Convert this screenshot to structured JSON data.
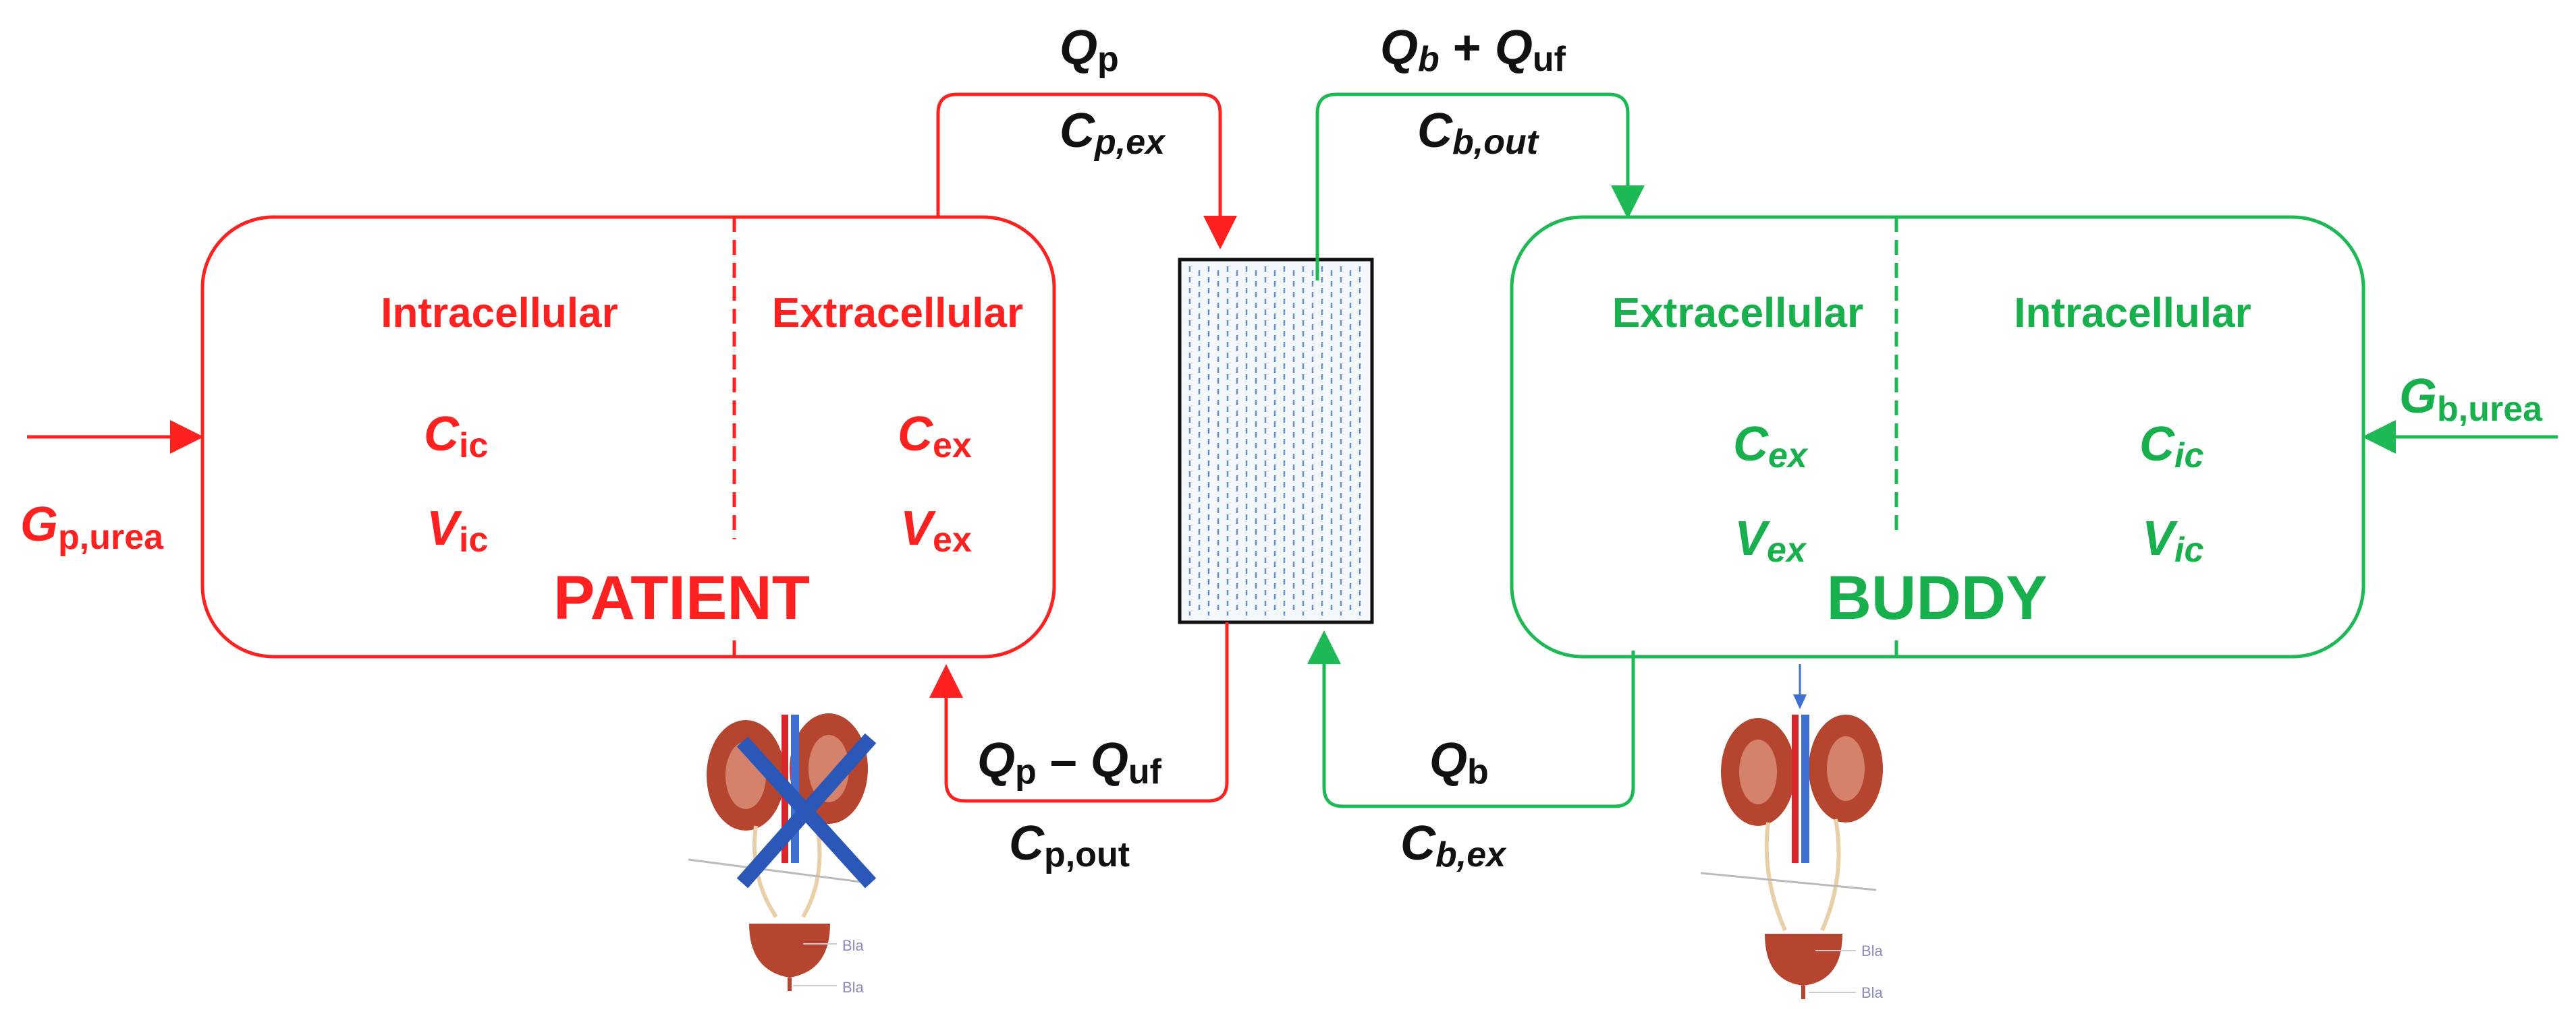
{
  "patient": {
    "intracellular_label": "Intracellular",
    "extracellular_label": "Extracellular",
    "name": "PATIENT",
    "c_ic": {
      "base": "C",
      "sub": "ic"
    },
    "v_ic": {
      "base": "V",
      "sub": "ic"
    },
    "c_ex": {
      "base": "C",
      "sub": "ex"
    },
    "v_ex": {
      "base": "V",
      "sub": "ex"
    },
    "generation": {
      "base": "G",
      "sub": "p,urea"
    }
  },
  "buddy": {
    "extracellular_label": "Extracellular",
    "intracellular_label": "Intracellular",
    "name": "BUDDY",
    "c_ex": {
      "base": "C",
      "sub": "ex"
    },
    "v_ex": {
      "base": "V",
      "sub": "ex"
    },
    "c_ic": {
      "base": "C",
      "sub": "ic"
    },
    "v_ic": {
      "base": "V",
      "sub": "ic"
    },
    "generation": {
      "base": "G",
      "sub": "b,urea"
    }
  },
  "flows": {
    "patient_out": {
      "q": {
        "base": "Q",
        "sub": "p"
      },
      "c": {
        "base": "C",
        "sub": "p,ex"
      }
    },
    "buddy_in": {
      "q1": {
        "base": "Q",
        "sub": "b"
      },
      "plus": " + ",
      "q2": {
        "base": "Q",
        "sub": "uf"
      },
      "c": {
        "base": "C",
        "sub": "b,out"
      }
    },
    "patient_in": {
      "q1": {
        "base": "Q",
        "sub": "p"
      },
      "minus": " – ",
      "q2": {
        "base": "Q",
        "sub": "uf"
      },
      "c": {
        "base": "C",
        "sub": "p,out"
      }
    },
    "buddy_out": {
      "q": {
        "base": "Q",
        "sub": "b"
      },
      "c": {
        "base": "C",
        "sub": "b,ex"
      }
    }
  },
  "colors": {
    "patient": "#ff2020",
    "buddy": "#1db954",
    "kidney": "#b5452e",
    "vessel_red": "#d9262a",
    "vessel_blue": "#3f6fd0",
    "cross": "#2b57b8"
  },
  "icons": {
    "patient_kidneys": "kidneys-crossed-icon",
    "buddy_kidneys": "kidneys-icon"
  },
  "anatomy_labels": {
    "patient_upper": "Bla",
    "patient_lower": "Bla",
    "buddy_upper": "Bla",
    "buddy_lower": "Bla"
  }
}
